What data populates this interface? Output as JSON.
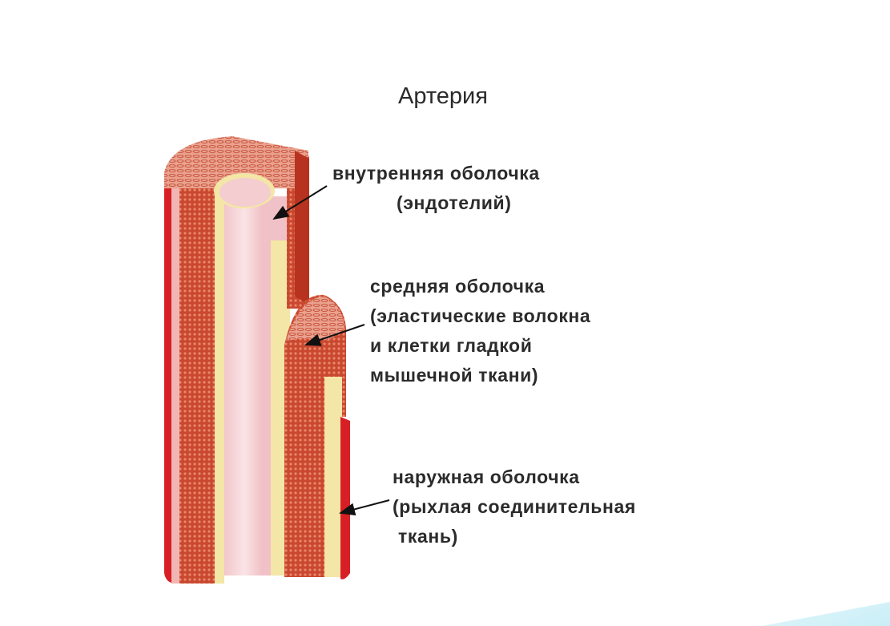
{
  "title": "Артерия",
  "labels": {
    "inner": {
      "line1": "внутренняя оболочка",
      "line2": "(эндотелий)"
    },
    "middle": {
      "line1": "средняя оболочка",
      "line2": "(эластические волокна",
      "line3": "и клетки гладкой",
      "line4": "мышечной ткани)"
    },
    "outer": {
      "line1": "наружная оболочка",
      "line2": "(рыхлая соединительная",
      "line3": "ткань)"
    }
  },
  "colors": {
    "outer_red": "#d81f26",
    "muscle_brown": "#c6462e",
    "elastic_yellow": "#f3e6a6",
    "endothelium_pink": "#f4cdd0"
  }
}
